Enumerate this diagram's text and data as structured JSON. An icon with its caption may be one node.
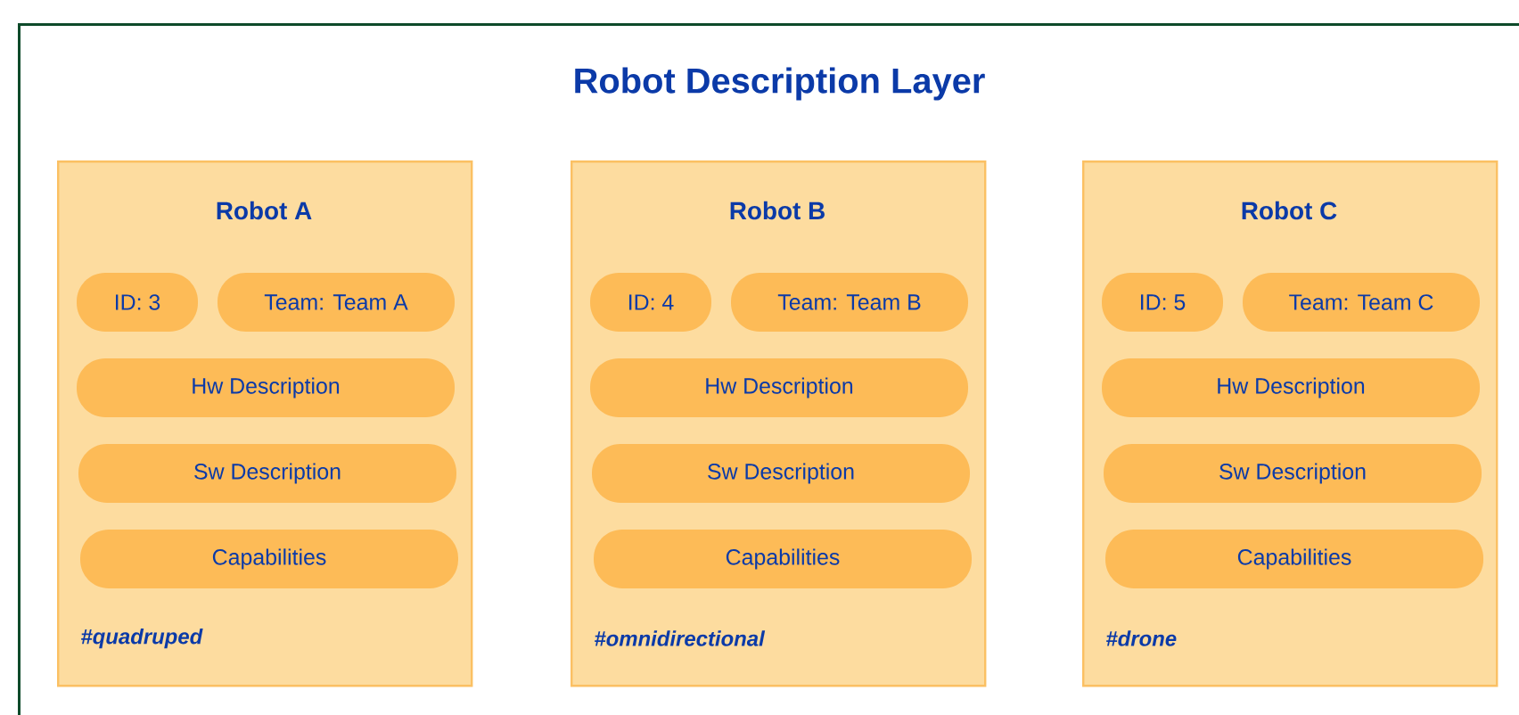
{
  "diagram": {
    "nodes": [
      {
        "text": [
          "Robot Description Layer"
        ]
      },
      {
        "text": [
          "Robot A",
          "*#quadruped*"
        ],
        "in": 0
      },
      {
        "text": [
          "ID: 3"
        ],
        "in": 1
      },
      {
        "text": [
          "Team: Team A"
        ],
        "in": 1
      },
      {
        "text": [
          "Hw Description"
        ],
        "in": 1
      },
      {
        "text": [
          "Sw Description"
        ],
        "in": 1
      },
      {
        "text": [
          "Capabilities"
        ],
        "in": 1
      },
      {
        "text": [
          "Robot B",
          "*#omnidirectional*"
        ],
        "in": 0
      },
      {
        "text": [
          "ID: 4"
        ],
        "in": 7
      },
      {
        "text": [
          "Team: Team B"
        ],
        "in": 7
      },
      {
        "text": [
          "Hw Description"
        ],
        "in": 7
      },
      {
        "text": [
          "Sw Description"
        ],
        "in": 7
      },
      {
        "text": [
          "Capabilities"
        ],
        "in": 7
      },
      {
        "text": [
          "Robot C",
          "*#drone*"
        ],
        "in": 0
      },
      {
        "text": [
          "ID: 5"
        ],
        "in": 13
      },
      {
        "text": [
          "Team: Team C"
        ],
        "in": 13
      },
      {
        "text": [
          "Hw Description"
        ],
        "in": 13
      },
      {
        "text": [
          "Sw Description"
        ],
        "in": 13
      },
      {
        "text": [
          "Capabilities"
        ],
        "in": 13
      }
    ]
  }
}
